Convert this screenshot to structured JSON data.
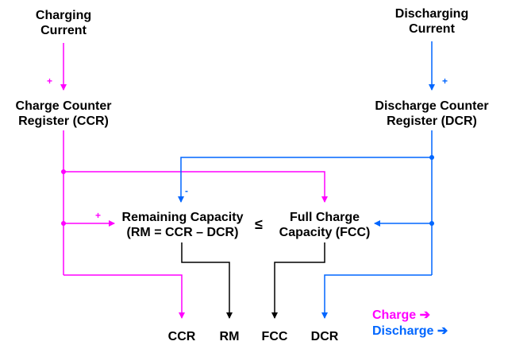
{
  "colors": {
    "charge": "#ff00ff",
    "discharge": "#0066ff",
    "neutral": "#000000"
  },
  "charging_current": {
    "line1": "Charging",
    "line2": "Current"
  },
  "discharging_current": {
    "line1": "Discharging",
    "line2": "Current"
  },
  "ccr_block": {
    "line1": "Charge Counter",
    "line2": "Register (CCR)"
  },
  "dcr_block": {
    "line1": "Discharge Counter",
    "line2": "Register (DCR)"
  },
  "rm_block": {
    "line1": "Remaining Capacity",
    "line2": "(RM = CCR – DCR)"
  },
  "fcc_block": {
    "line1": "Full Charge",
    "line2": "Capacity (FCC)"
  },
  "comparator": "≤",
  "signs": {
    "charging_plus": "+",
    "discharging_plus": "+",
    "rm_minus": "-",
    "rm_plus": "+"
  },
  "outputs": [
    "CCR",
    "RM",
    "FCC",
    "DCR"
  ],
  "legend": {
    "charge": "Charge ➔",
    "discharge": "Discharge ➔"
  }
}
